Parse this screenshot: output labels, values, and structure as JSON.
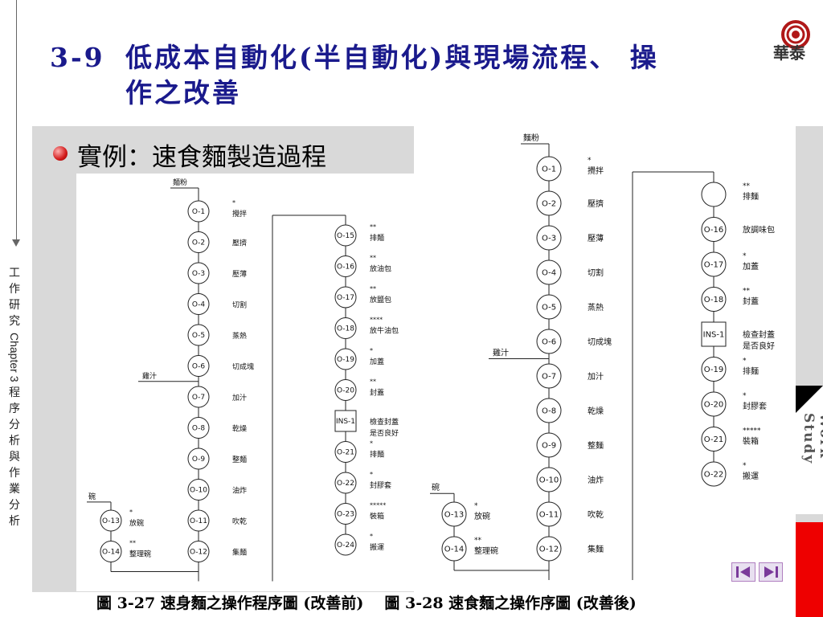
{
  "title": {
    "number": "3-9",
    "line1": "低成本自動化(半自動化)與現場流程、 操",
    "line2": "作之改善"
  },
  "logo": {
    "text": "華泰"
  },
  "bullet": {
    "text": "實例：速食麵製造過程"
  },
  "side": {
    "chars_top": [
      "工",
      "作",
      "研",
      "究"
    ],
    "chapter": "Chapter 3",
    "chars_bottom": [
      "程",
      "序",
      "分",
      "析",
      "與",
      "作",
      "業",
      "分",
      "析"
    ]
  },
  "tab": {
    "text": "Work Study"
  },
  "captions": {
    "left": "圖 3-27  速身麵之操作程序圖 (改善前)",
    "right": "圖 3-28  速食麵之操作序圖 (改善後)"
  },
  "diagram1": {
    "input_top": "麵粉",
    "input_sauce": "雞汁",
    "input_bowl": "碗",
    "main": [
      {
        "id": "O-1",
        "note": "*",
        "label": "攪拌"
      },
      {
        "id": "O-2",
        "note": "",
        "label": "壓擠"
      },
      {
        "id": "O-3",
        "note": "",
        "label": "壓薄"
      },
      {
        "id": "O-4",
        "note": "",
        "label": "切割"
      },
      {
        "id": "O-5",
        "note": "",
        "label": "蒸熱"
      },
      {
        "id": "O-6",
        "note": "",
        "label": "切成塊"
      },
      {
        "id": "O-7",
        "note": "",
        "label": "加汁"
      },
      {
        "id": "O-8",
        "note": "",
        "label": "乾燥"
      },
      {
        "id": "O-9",
        "note": "",
        "label": "整麵"
      },
      {
        "id": "O-10",
        "note": "",
        "label": "油炸"
      },
      {
        "id": "O-11",
        "note": "",
        "label": "吹乾"
      },
      {
        "id": "O-12",
        "note": "",
        "label": "集麵"
      }
    ],
    "bowl": [
      {
        "id": "O-13",
        "note": "*",
        "label": "放碗"
      },
      {
        "id": "O-14",
        "note": "**",
        "label": "整理碗"
      }
    ],
    "right": [
      {
        "id": "O-15",
        "note": "**",
        "label": "排麵"
      },
      {
        "id": "O-16",
        "note": "**",
        "label": "放油包"
      },
      {
        "id": "O-17",
        "note": "**",
        "label": "放鹽包"
      },
      {
        "id": "O-18",
        "note": "****",
        "label": "放牛油包"
      },
      {
        "id": "O-19",
        "note": "*",
        "label": "加蓋"
      },
      {
        "id": "O-20",
        "note": "**",
        "label": "封蓋"
      },
      {
        "id": "INS-1",
        "note": "",
        "label": "檢查封蓋",
        "label2": "是否良好",
        "inspection": true
      },
      {
        "id": "O-21",
        "note": "*",
        "label": "排麵"
      },
      {
        "id": "O-22",
        "note": "*",
        "label": "封膠套"
      },
      {
        "id": "O-23",
        "note": "*****",
        "label": "裝箱"
      },
      {
        "id": "O-24",
        "note": "*",
        "label": "搬運"
      }
    ]
  },
  "diagram2": {
    "input_top": "麵粉",
    "input_sauce": "雞汁",
    "input_bowl": "碗",
    "main": [
      {
        "id": "O-1",
        "note": "*",
        "label": "攪拌"
      },
      {
        "id": "O-2",
        "note": "",
        "label": "壓擠"
      },
      {
        "id": "O-3",
        "note": "",
        "label": "壓薄"
      },
      {
        "id": "O-4",
        "note": "",
        "label": "切割"
      },
      {
        "id": "O-5",
        "note": "",
        "label": "蒸熱"
      },
      {
        "id": "O-6",
        "note": "",
        "label": "切成塊"
      },
      {
        "id": "O-7",
        "note": "",
        "label": "加汁"
      },
      {
        "id": "O-8",
        "note": "",
        "label": "乾燥"
      },
      {
        "id": "O-9",
        "note": "",
        "label": "整麵"
      },
      {
        "id": "O-10",
        "note": "",
        "label": "油炸"
      },
      {
        "id": "O-11",
        "note": "",
        "label": "吹乾"
      },
      {
        "id": "O-12",
        "note": "",
        "label": "集麵"
      }
    ],
    "bowl": [
      {
        "id": "O-13",
        "note": "*",
        "label": "放碗"
      },
      {
        "id": "O-14",
        "note": "**",
        "label": "整理碗"
      }
    ],
    "right": [
      {
        "id": "",
        "note": "**",
        "label": "排麵"
      },
      {
        "id": "O-16",
        "note": "",
        "label": "放調味包"
      },
      {
        "id": "O-17",
        "note": "*",
        "label": "加蓋"
      },
      {
        "id": "O-18",
        "note": "**",
        "label": "封蓋"
      },
      {
        "id": "INS-1",
        "note": "",
        "label": "檢查封蓋",
        "label2": "是否良好",
        "inspection": true
      },
      {
        "id": "O-19",
        "note": "*",
        "label": "排麵"
      },
      {
        "id": "O-20",
        "note": "*",
        "label": "封膠套"
      },
      {
        "id": "O-21",
        "note": "*****",
        "label": "裝箱"
      },
      {
        "id": "O-22",
        "note": "*",
        "label": "搬運"
      }
    ]
  }
}
